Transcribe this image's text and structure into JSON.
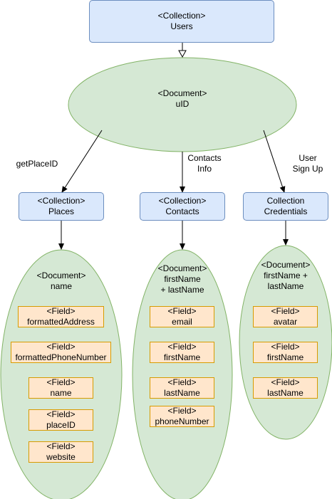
{
  "users": {
    "line1": "<Collection>",
    "line2": "Users"
  },
  "uid_doc": {
    "line1": "<Document>",
    "line2": "uID"
  },
  "edges": {
    "places": "getPlaceID",
    "contacts_line1": "Contacts",
    "contacts_line2": "Info",
    "credentials_line1": "User",
    "credentials_line2": "Sign Up"
  },
  "places": {
    "collection": {
      "line1": "<Collection>",
      "line2": "Places"
    },
    "document": {
      "line1": "<Document>",
      "line2": "name"
    },
    "fields": [
      {
        "type": "<Field>",
        "name": "formattedAddress"
      },
      {
        "type": "<Field>",
        "name": "formattedPhoneNumber"
      },
      {
        "type": "<Field>",
        "name": "name"
      },
      {
        "type": "<Field>",
        "name": "placeID"
      },
      {
        "type": "<Field>",
        "name": "website"
      }
    ]
  },
  "contacts": {
    "collection": {
      "line1": "<Collection>",
      "line2": "Contacts"
    },
    "document": {
      "line1": "<Document>",
      "line2": "firstName",
      "line3": "+ lastName"
    },
    "fields": [
      {
        "type": "<Field>",
        "name": "email"
      },
      {
        "type": "<Field>",
        "name": "firstName"
      },
      {
        "type": "<Field>",
        "name": "lastName"
      },
      {
        "type": "<Field>",
        "name": "phoneNumber"
      }
    ]
  },
  "credentials": {
    "collection": {
      "line1": "Collection",
      "line2": "Credentials"
    },
    "document": {
      "line1": "<Document>",
      "line2": "firstName +",
      "line3": "lastName"
    },
    "fields": [
      {
        "type": "<Field>",
        "name": "avatar"
      },
      {
        "type": "<Field>",
        "name": "firstName"
      },
      {
        "type": "<Field>",
        "name": "lastName"
      }
    ]
  },
  "colors": {
    "collection_fill": "#dae8fc",
    "collection_stroke": "#6c8ebf",
    "document_fill": "#d5e8d4",
    "document_stroke": "#82b366",
    "field_fill": "#ffe6cc",
    "field_stroke": "#d79b00"
  }
}
